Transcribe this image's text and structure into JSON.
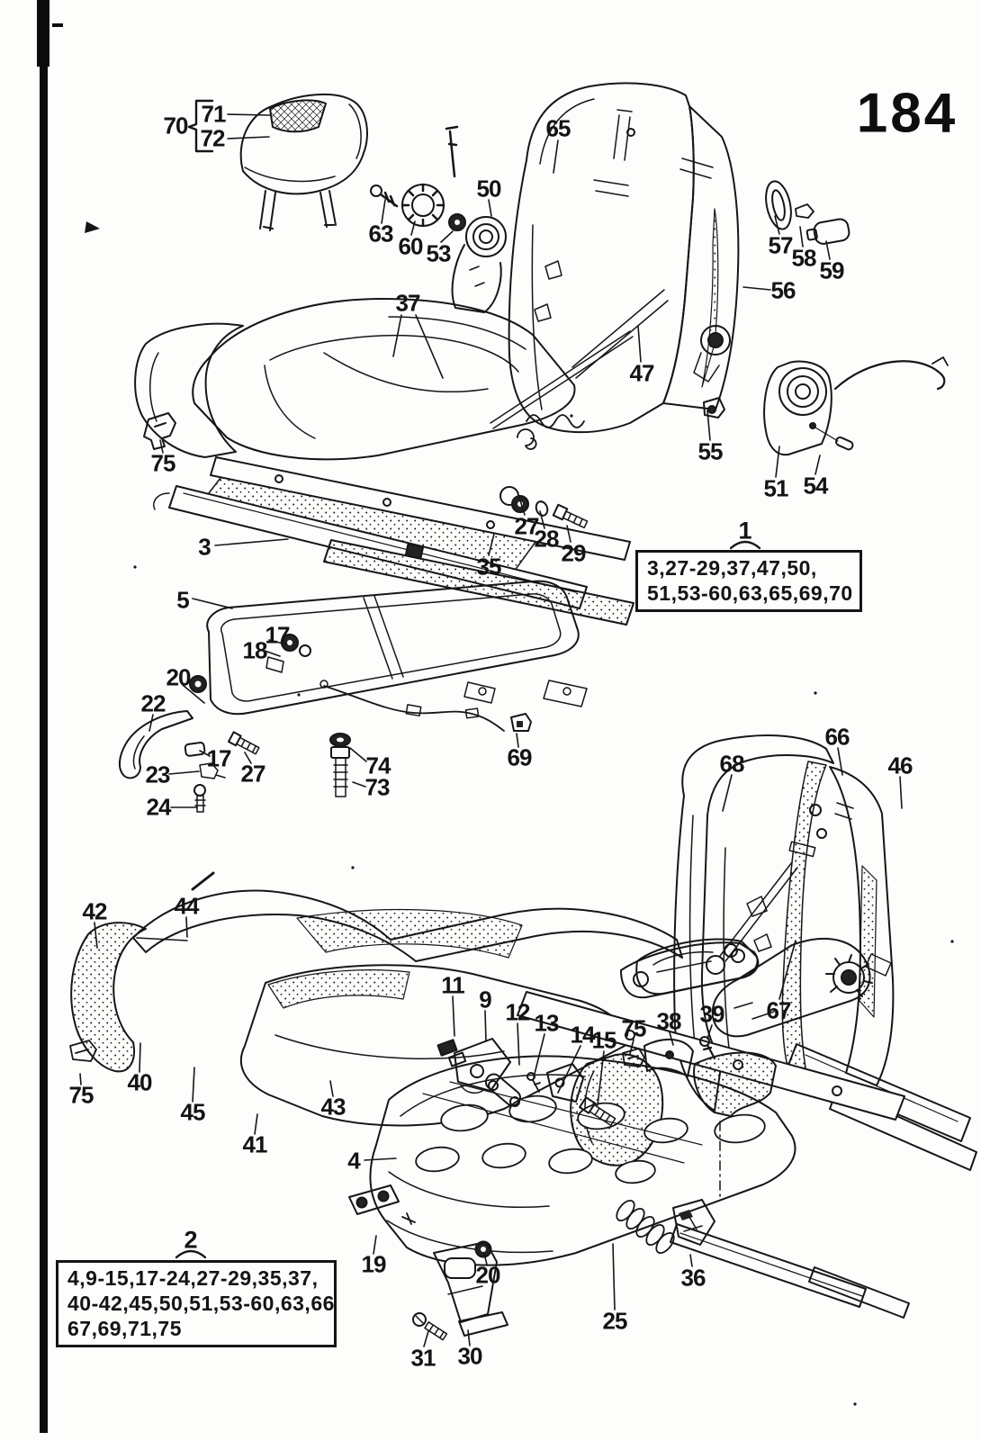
{
  "page": {
    "number": "184"
  },
  "ref_boxes": {
    "box1": {
      "label": "1",
      "line1": "3,27-29,37,47,50,",
      "line2": "51,53-60,63,65,69,70"
    },
    "box2": {
      "label": "2",
      "line1": "4,9-15,17-24,27-29,35,37,",
      "line2": "40-42,45,50,51,53-60,63,66",
      "line3": "67,69,71,75"
    }
  },
  "part_labels": [
    {
      "text": "70"
    },
    {
      "text": "71"
    },
    {
      "text": "72"
    },
    {
      "text": "63"
    },
    {
      "text": "60"
    },
    {
      "text": "53"
    },
    {
      "text": "50"
    },
    {
      "text": "65"
    },
    {
      "text": "57"
    },
    {
      "text": "58"
    },
    {
      "text": "59"
    },
    {
      "text": "56"
    },
    {
      "text": "47"
    },
    {
      "text": "55"
    },
    {
      "text": "51"
    },
    {
      "text": "54"
    },
    {
      "text": "37"
    },
    {
      "text": "75"
    },
    {
      "text": "3"
    },
    {
      "text": "27"
    },
    {
      "text": "28"
    },
    {
      "text": "29"
    },
    {
      "text": "35"
    },
    {
      "text": "5"
    },
    {
      "text": "17"
    },
    {
      "text": "18"
    },
    {
      "text": "20"
    },
    {
      "text": "22"
    },
    {
      "text": "23"
    },
    {
      "text": "17"
    },
    {
      "text": "27"
    },
    {
      "text": "24"
    },
    {
      "text": "74"
    },
    {
      "text": "73"
    },
    {
      "text": "69"
    },
    {
      "text": "66"
    },
    {
      "text": "68"
    },
    {
      "text": "46"
    },
    {
      "text": "67"
    },
    {
      "text": "42"
    },
    {
      "text": "44"
    },
    {
      "text": "40"
    },
    {
      "text": "75"
    },
    {
      "text": "45"
    },
    {
      "text": "41"
    },
    {
      "text": "43"
    },
    {
      "text": "11"
    },
    {
      "text": "9"
    },
    {
      "text": "12"
    },
    {
      "text": "13"
    },
    {
      "text": "14"
    },
    {
      "text": "15"
    },
    {
      "text": "75"
    },
    {
      "text": "38"
    },
    {
      "text": "39"
    },
    {
      "text": "4"
    },
    {
      "text": "19"
    },
    {
      "text": "20"
    },
    {
      "text": "31"
    },
    {
      "text": "30"
    },
    {
      "text": "25"
    },
    {
      "text": "36"
    }
  ]
}
